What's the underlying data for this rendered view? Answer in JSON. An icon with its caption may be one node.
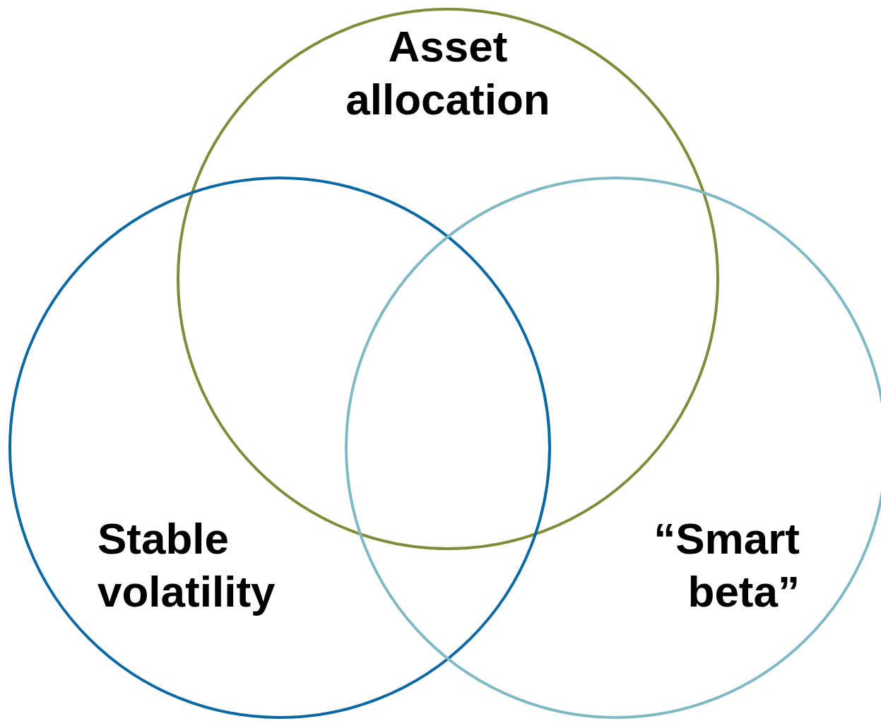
{
  "diagram": {
    "nodes": [
      {
        "text": [
          "Asset allocation"
        ]
      },
      {
        "text": [
          "Stable volatility"
        ]
      },
      {
        "text": [
          "“Smart beta”"
        ]
      }
    ],
    "edges": []
  }
}
